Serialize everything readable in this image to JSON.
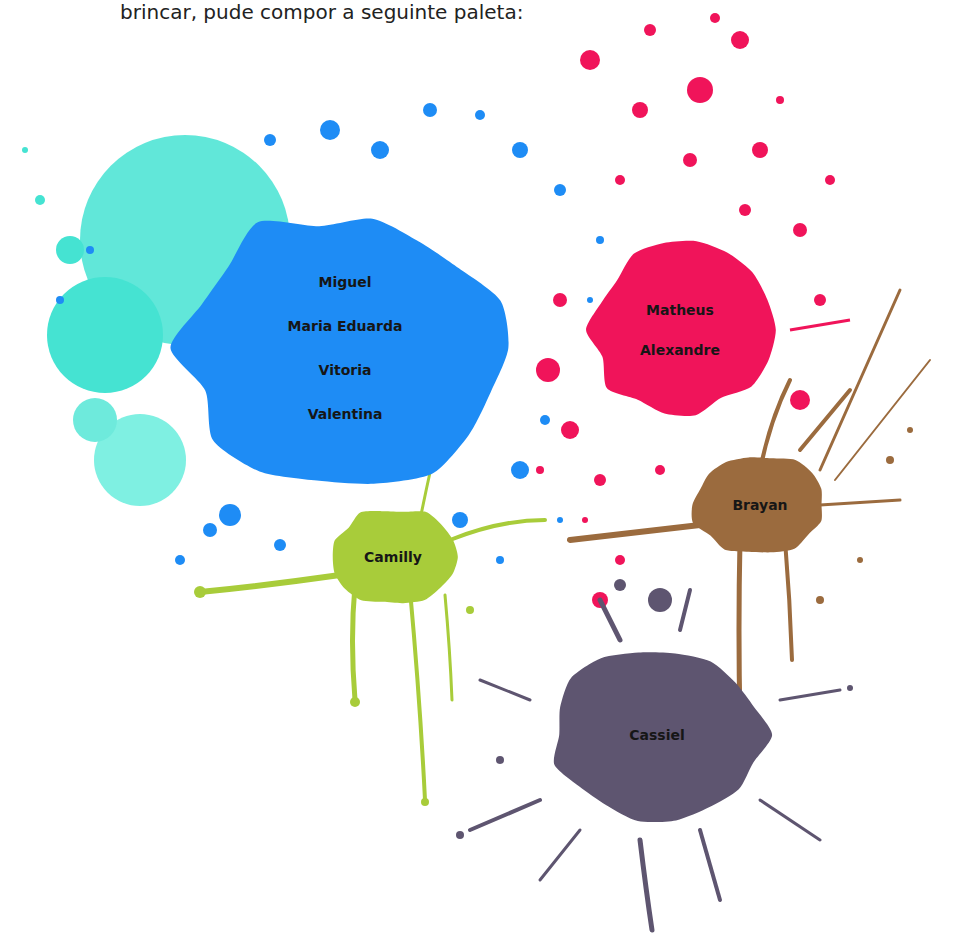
{
  "diagram": {
    "nodes": [
      {
        "text": [
          "Miguel",
          "Maria Eduarda",
          "Vitoria",
          "Valentina"
        ]
      },
      {
        "text": [
          "Matheus",
          "Alexandre"
        ]
      },
      {
        "text": [
          "Brayan"
        ]
      },
      {
        "text": [
          "Camilly"
        ]
      },
      {
        "text": [
          "Cassiel"
        ]
      }
    ],
    "labels": [
      "brincar, pude compor a seguinte paleta:"
    ]
  }
}
